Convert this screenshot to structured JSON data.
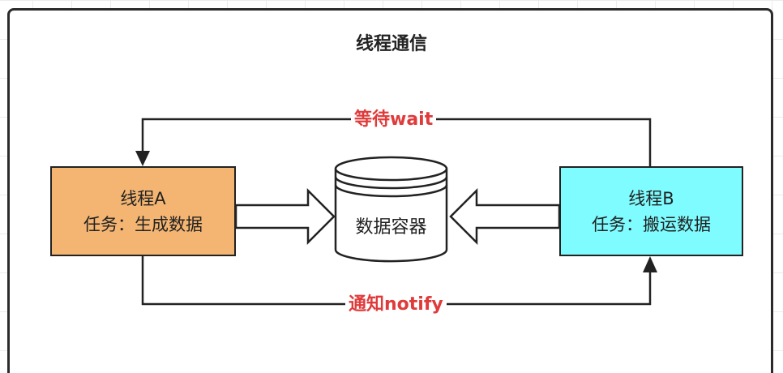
{
  "title": "线程通信",
  "thread_a": {
    "name": "线程A",
    "task": "任务：生成数据",
    "color": "#f4b573"
  },
  "thread_b": {
    "name": "线程B",
    "task": "任务：搬运数据",
    "color": "#7ffcff"
  },
  "container": {
    "label": "数据容器"
  },
  "edges": {
    "wait_label": "等待wait",
    "notify_label": "通知notify",
    "label_color": "#e03b3b"
  }
}
